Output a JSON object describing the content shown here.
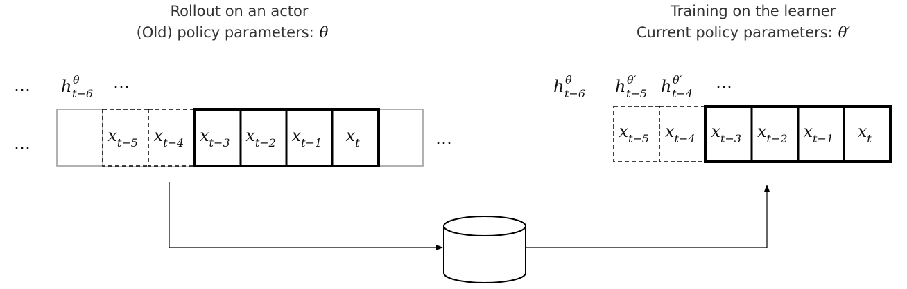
{
  "left": {
    "title_line1": "Rollout on an actor",
    "title_line2": "(Old) policy parameters:",
    "theta": "θ",
    "dots": "…",
    "hidden_state": {
      "base": "h",
      "sup": "θ",
      "sub": "t−6"
    },
    "cells": [
      "x_{t−5}",
      "x_{t−4}",
      "x_{t−3}",
      "x_{t−2}",
      "x_{t−1}",
      "x_t"
    ]
  },
  "right": {
    "title_line1": "Training on the learner",
    "title_line2": "Current policy parameters:",
    "theta_prime": "θ′",
    "dots": "…",
    "hidden_states": [
      {
        "base": "h",
        "sup": "θ",
        "sub": "t−6"
      },
      {
        "base": "h",
        "sup": "θ′",
        "sub": "t−5"
      },
      {
        "base": "h",
        "sup": "θ′",
        "sub": "t−4"
      }
    ]
  },
  "cell_labels": [
    {
      "base": "x",
      "sub": "t−5"
    },
    {
      "base": "x",
      "sub": "t−4"
    },
    {
      "base": "x",
      "sub": "t−3"
    },
    {
      "base": "x",
      "sub": "t−2"
    },
    {
      "base": "x",
      "sub": "t−1"
    },
    {
      "base": "x",
      "sub": "t"
    }
  ],
  "colors": {
    "stroke": "#000000",
    "faint": "#a6a6a6",
    "title": "#333333"
  }
}
